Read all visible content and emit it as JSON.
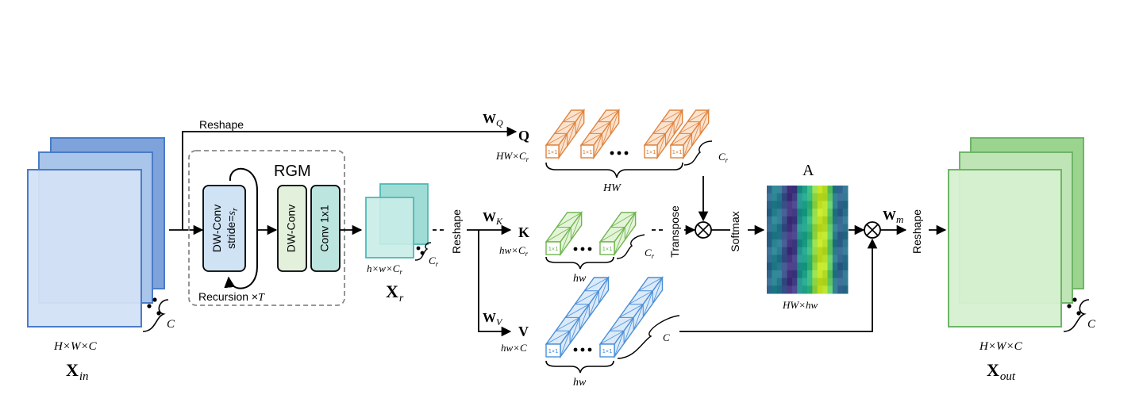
{
  "colors": {
    "blue_fill": "#c9dcf2",
    "blue_stroke": "#4a7cc8",
    "blue_dark": "#7ea3db",
    "teal_fill": "#b7e6e2",
    "teal_stroke": "#4fb9b4",
    "green_fill": "#cfeccb",
    "green_stroke": "#6fb567",
    "green_dark": "#9bd48f",
    "orange_stroke": "#e0823c",
    "orange_fill": "#fbe3cf",
    "kgreen_stroke": "#6fb54f",
    "kgreen_fill": "#e4f4d8",
    "vblue_stroke": "#4a8ed8",
    "vblue_fill": "#dbeaf9",
    "gray_dash": "#888888",
    "dwconv_fill": "#cfe3f5",
    "dwconv2_fill": "#e3f1dc",
    "conv1x1_fill": "#bde5df"
  },
  "input": {
    "dims": "H×W×C",
    "label_main": "X",
    "label_sub": "in",
    "channel": "C"
  },
  "reshape_top": "Reshape",
  "rgm": {
    "title": "RGM",
    "dwconv_stride_line1": "DW-Conv",
    "dwconv_stride_line2_prefix": "stride=",
    "dwconv_stride_var": "s",
    "dwconv_stride_sub": "r",
    "dwconv": "DW-Conv",
    "conv1x1": "Conv 1x1",
    "recursion": "Recursion ×",
    "recursion_var": "T"
  },
  "xr": {
    "dims_prefix": "h×w×C",
    "dims_sub": "r",
    "label_main": "X",
    "label_sub": "r",
    "channel": "C",
    "channel_sub": "r"
  },
  "reshape_mid": "Reshape",
  "q_branch": {
    "weight": "W",
    "weight_sub": "Q",
    "name": "Q",
    "dims": "HW×C",
    "dims_sub": "r",
    "cell": "1×1",
    "length_label": "HW",
    "channel": "C",
    "channel_sub": "r"
  },
  "k_branch": {
    "weight": "W",
    "weight_sub": "K",
    "name": "K",
    "dims": "hw×C",
    "dims_sub": "r",
    "cell": "1×1",
    "length_label": "hw",
    "channel": "C",
    "channel_sub": "r"
  },
  "v_branch": {
    "weight": "W",
    "weight_sub": "V",
    "name": "V",
    "dims": "hw×C",
    "cell": "1×1",
    "length_label": "hw",
    "channel": "C"
  },
  "transpose": "Transpose",
  "softmax": "Softmax",
  "attention": {
    "label": "A",
    "dims": "HW×hw"
  },
  "wm": {
    "weight": "W",
    "weight_sub": "m"
  },
  "reshape_out": "Reshape",
  "output": {
    "dims": "H×W×C",
    "label_main": "X",
    "label_sub": "out",
    "channel": "C"
  },
  "heatmap": {
    "columns": [
      "#30678d",
      "#26818e",
      "#2a778e",
      "#3b528b",
      "#46337e",
      "#433e85",
      "#21918c",
      "#1fa187",
      "#35b779",
      "#90d743",
      "#c2df23",
      "#b5de2b",
      "#5ec962",
      "#2a788e",
      "#33638d",
      "#2c728e"
    ]
  }
}
